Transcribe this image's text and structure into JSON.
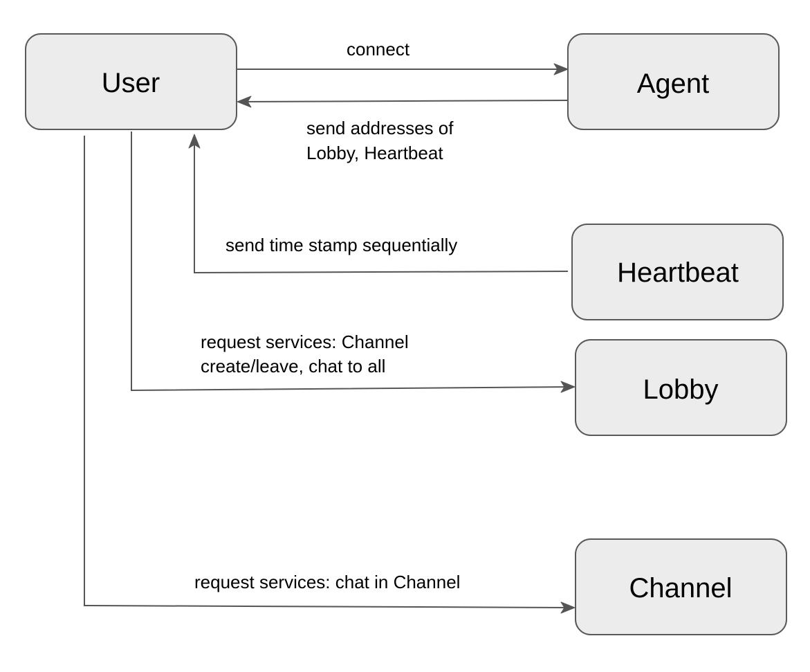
{
  "nodes": {
    "user": {
      "label": "User"
    },
    "agent": {
      "label": "Agent"
    },
    "heartbeat": {
      "label": "Heartbeat"
    },
    "lobby": {
      "label": "Lobby"
    },
    "channel": {
      "label": "Channel"
    }
  },
  "edges": {
    "connect": {
      "label": "connect",
      "from": "User",
      "to": "Agent"
    },
    "send_addresses": {
      "label_line1": "send addresses of",
      "label_line2": "Lobby, Heartbeat",
      "from": "Agent",
      "to": "User"
    },
    "time_stamp": {
      "label": "send time stamp sequentially",
      "from": "Heartbeat",
      "to": "User"
    },
    "lobby_request": {
      "label_line1": "request services: Channel",
      "label_line2": "create/leave, chat to all",
      "from": "User",
      "to": "Lobby"
    },
    "channel_request": {
      "label": "request services: chat in Channel",
      "from": "User",
      "to": "Channel"
    }
  },
  "colors": {
    "node_fill": "#ececec",
    "node_stroke": "#595959",
    "edge": "#555555",
    "text": "#000000"
  }
}
